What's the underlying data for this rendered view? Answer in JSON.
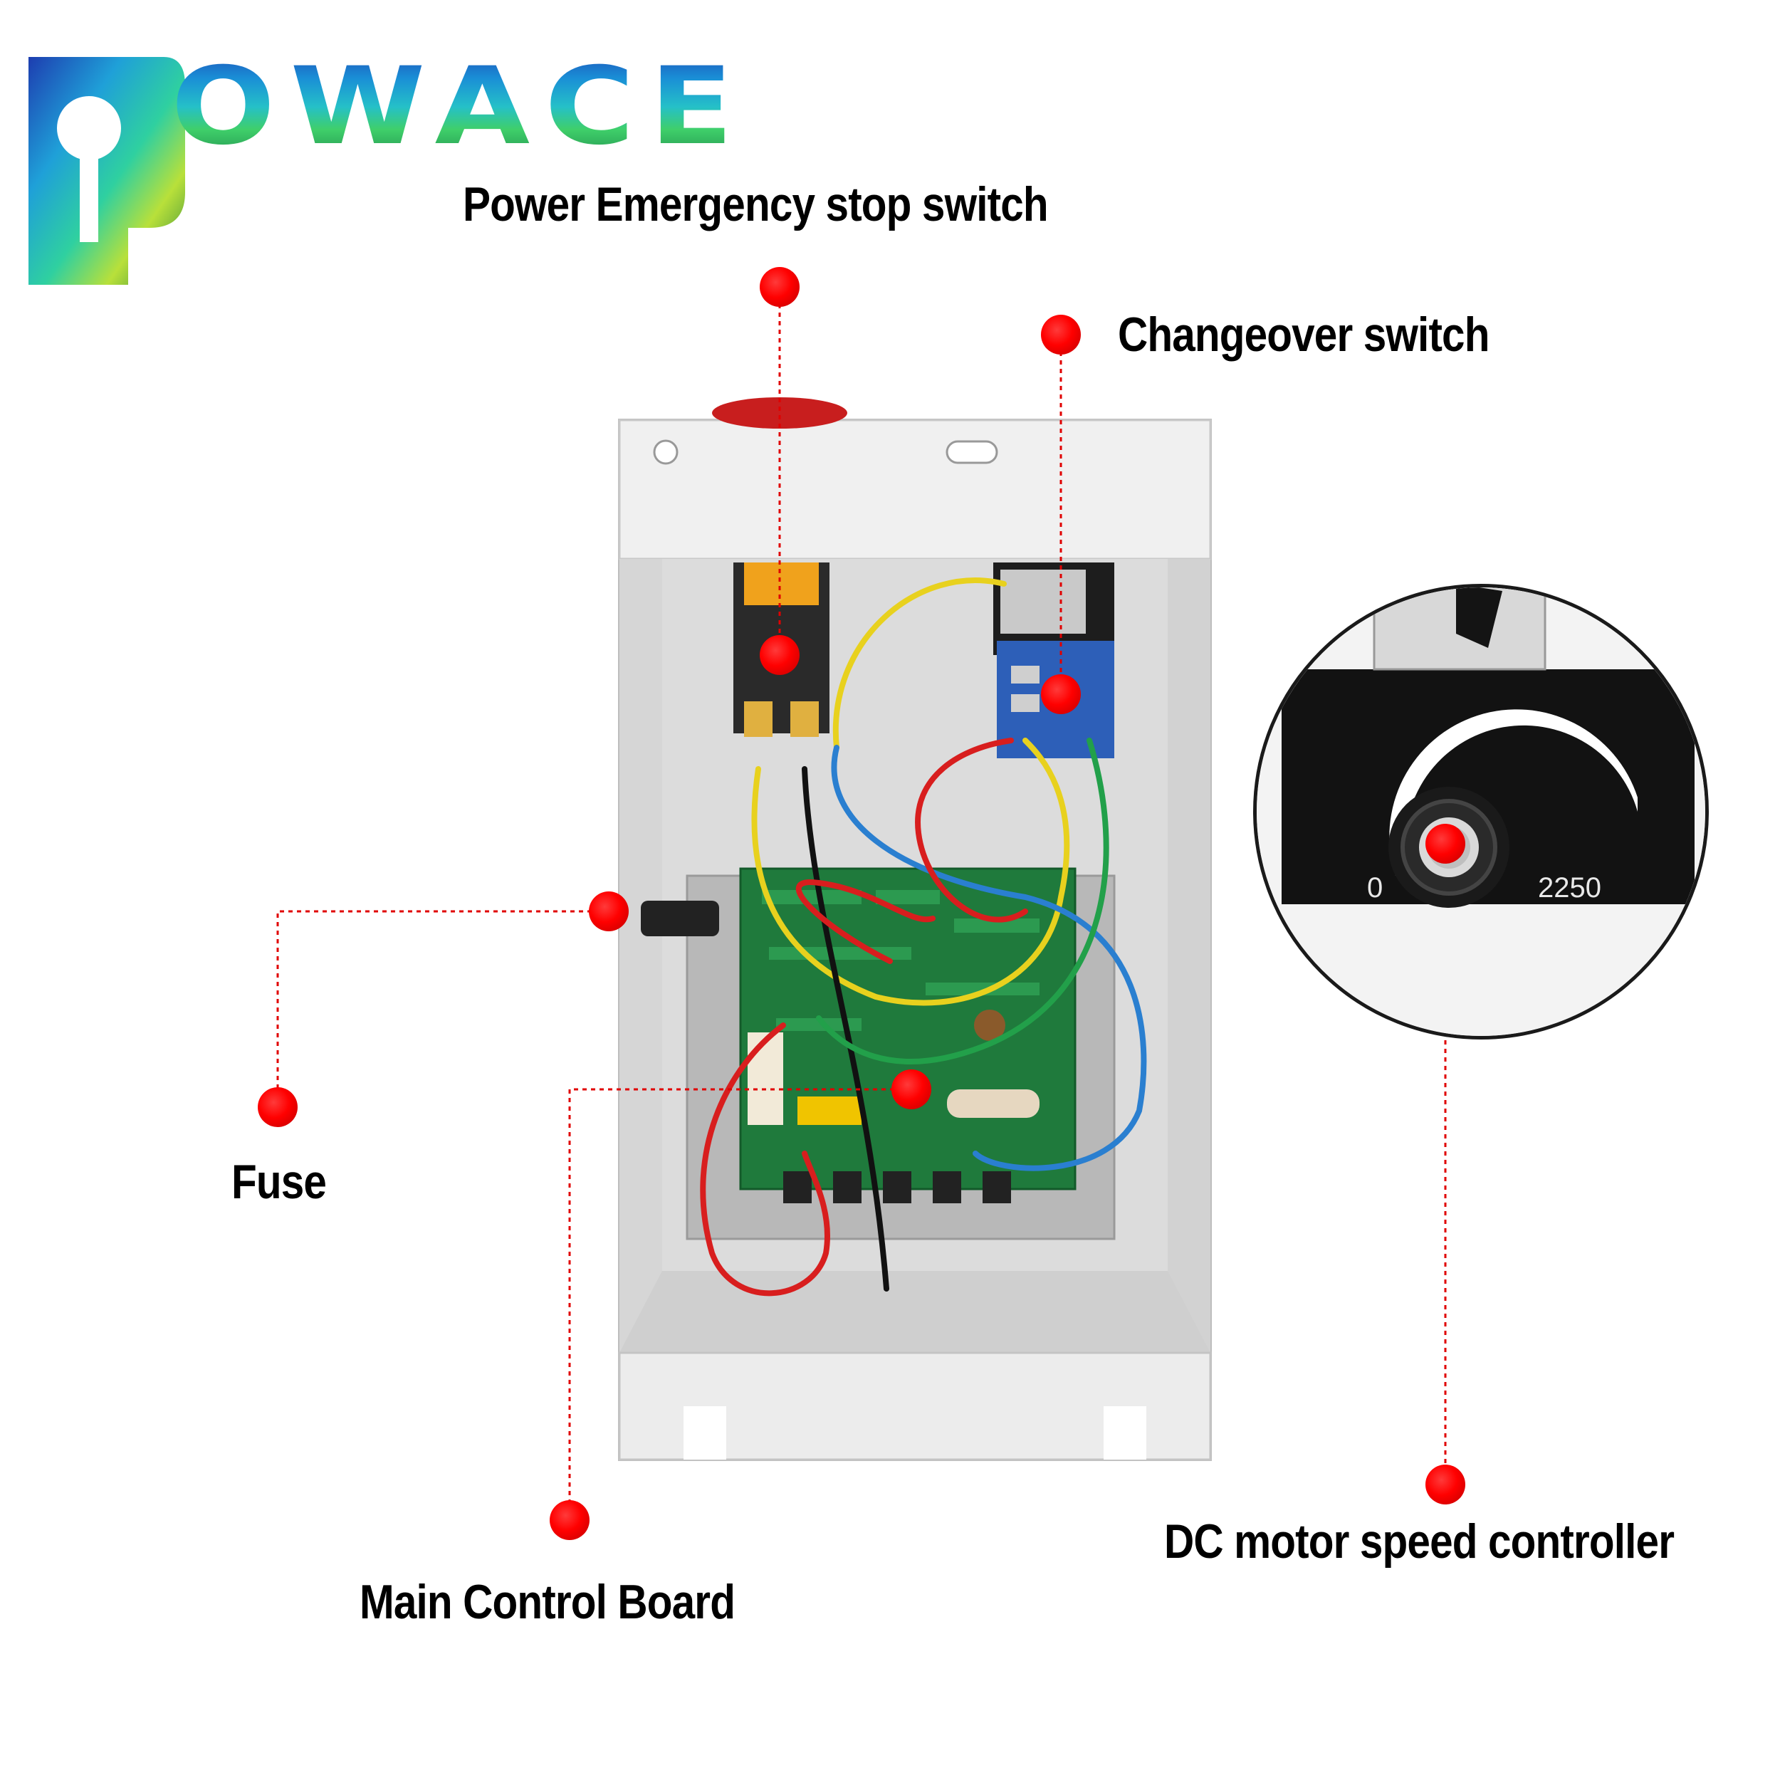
{
  "brand": {
    "logo_text": "OWACE",
    "logo_initial": "P"
  },
  "callouts": {
    "emergency_stop": "Power Emergency stop switch",
    "changeover": "Changeover switch",
    "fuse": "Fuse",
    "main_board": "Main Control Board",
    "speed_controller": "DC motor speed controller"
  },
  "dial": {
    "min_label": "0",
    "max_label": "2250"
  },
  "colors": {
    "accent": "#ff0000",
    "callout_line": "#e00000"
  }
}
